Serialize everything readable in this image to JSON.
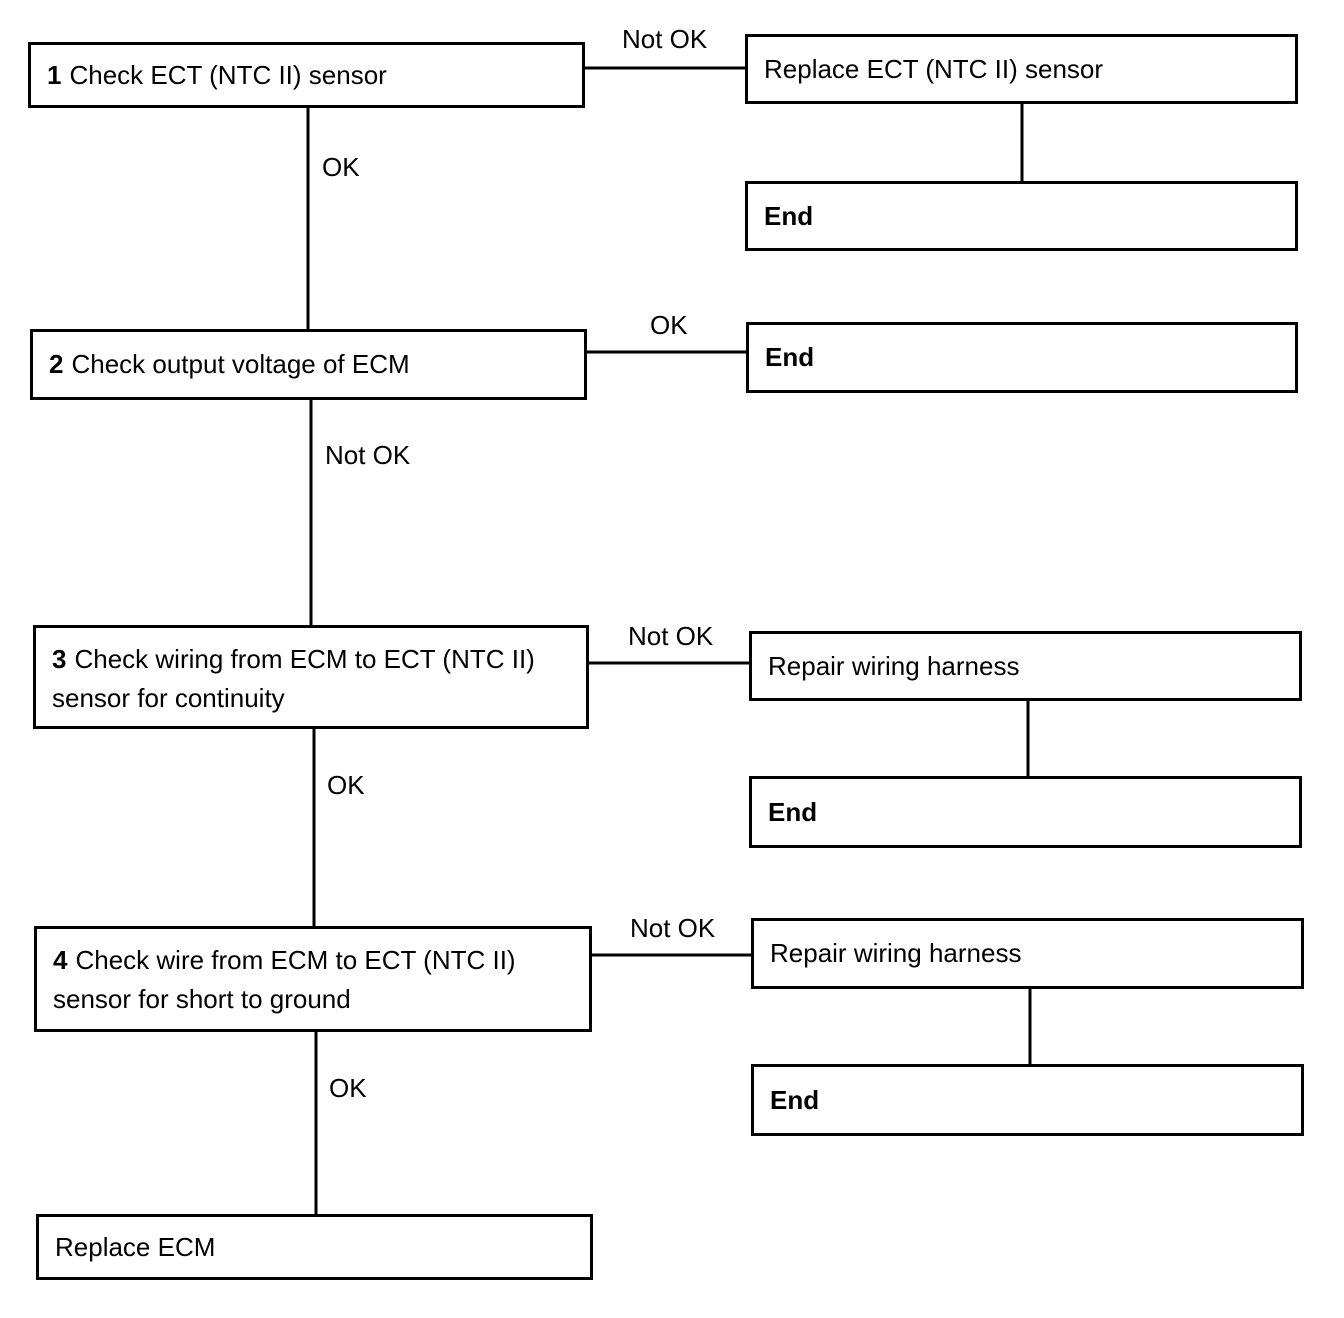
{
  "steps": [
    {
      "number": "1",
      "text": "Check ECT (NTC II) sensor"
    },
    {
      "number": "2",
      "text": "Check output voltage of ECM"
    },
    {
      "number": "3",
      "line1": "Check wiring from ECM to ECT (NTC II)",
      "line2": "sensor for continuity"
    },
    {
      "number": "4",
      "line1": "Check wire from ECM to ECT (NTC II)",
      "line2": "sensor for short to ground"
    }
  ],
  "actions": {
    "replace_sensor": "Replace ECT (NTC II) sensor",
    "repair_harness_1": "Repair wiring harness",
    "repair_harness_2": "Repair wiring harness",
    "replace_ecm": "Replace ECM"
  },
  "end_label": "End",
  "branch_labels": {
    "step1_right": "Not OK",
    "step1_down": "OK",
    "step2_right": "OK",
    "step2_down": "Not OK",
    "step3_right": "Not OK",
    "step3_down": "OK",
    "step4_right": "Not OK",
    "step4_down": "OK"
  }
}
